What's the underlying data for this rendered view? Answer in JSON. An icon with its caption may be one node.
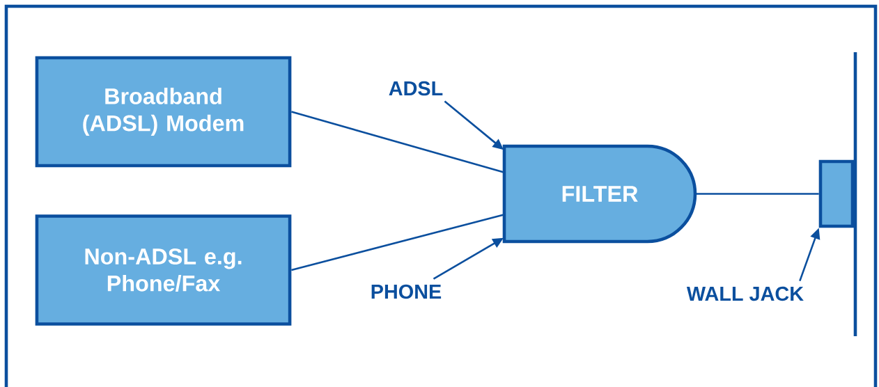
{
  "diagram": {
    "nodes": [
      {
        "text": [
          "Broadband (ADSL) Modem"
        ]
      },
      {
        "text": [
          "Non-ADSL e.g. Phone/Fax"
        ]
      },
      {
        "text": [
          "FILTER"
        ]
      },
      {
        "text": [],
        "shape": "box"
      },
      {
        "text": [
          "ADSL"
        ]
      },
      {
        "text": [
          "PHONE"
        ]
      },
      {
        "text": [
          "WALL JACK"
        ]
      }
    ],
    "edges": [
      {
        "from": 0,
        "to": 2,
        "arrow": "none"
      },
      {
        "from": 1,
        "to": 2,
        "arrow": "none"
      },
      {
        "from": 2,
        "to": 3,
        "arrow": "none"
      },
      {
        "from": 4,
        "to": 2,
        "arrow": "to"
      },
      {
        "from": 5,
        "to": 2,
        "arrow": "to"
      },
      {
        "from": 6,
        "to": 3,
        "arrow": "to"
      }
    ]
  }
}
